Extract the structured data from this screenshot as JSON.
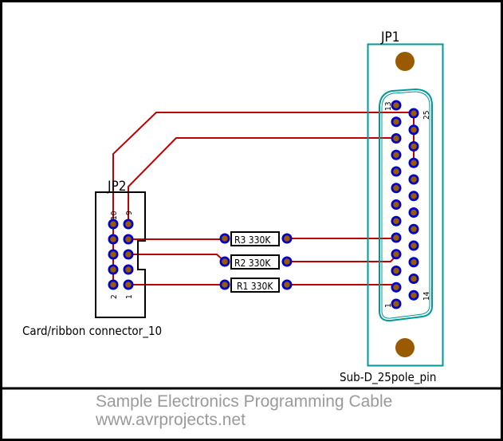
{
  "diagram": {
    "title": "Sample Electronics Programming Cable",
    "website": "www.avrprojects.net",
    "colors": {
      "trace": "#c00000",
      "pad_ring": "#0000cc",
      "pad_center": "#995a00",
      "outline": "#000000",
      "connector_outline": "#009999",
      "caption": "#9a9a9a"
    },
    "jp2": {
      "ref": "JP2",
      "label": "Card/ribbon connector_10",
      "pin_labels": {
        "top_left": "10",
        "top_right": "9",
        "bottom_left": "2",
        "bottom_right": "1"
      },
      "pins": [
        1,
        2,
        3,
        4,
        5,
        6,
        7,
        8,
        9,
        10
      ]
    },
    "jp1": {
      "ref": "JP1",
      "label": "Sub-D_25pole_pin",
      "pin_labels": {
        "first": "1",
        "row1_end": "13",
        "row2_start": "14",
        "last": "25"
      },
      "pins": 25
    },
    "resistors": [
      {
        "ref": "R3",
        "value": "330K",
        "label": "R3 330K"
      },
      {
        "ref": "R2",
        "value": "330K",
        "label": "R2 330K"
      },
      {
        "ref": "R1",
        "value": "330K",
        "label": "R1 330K"
      }
    ]
  }
}
